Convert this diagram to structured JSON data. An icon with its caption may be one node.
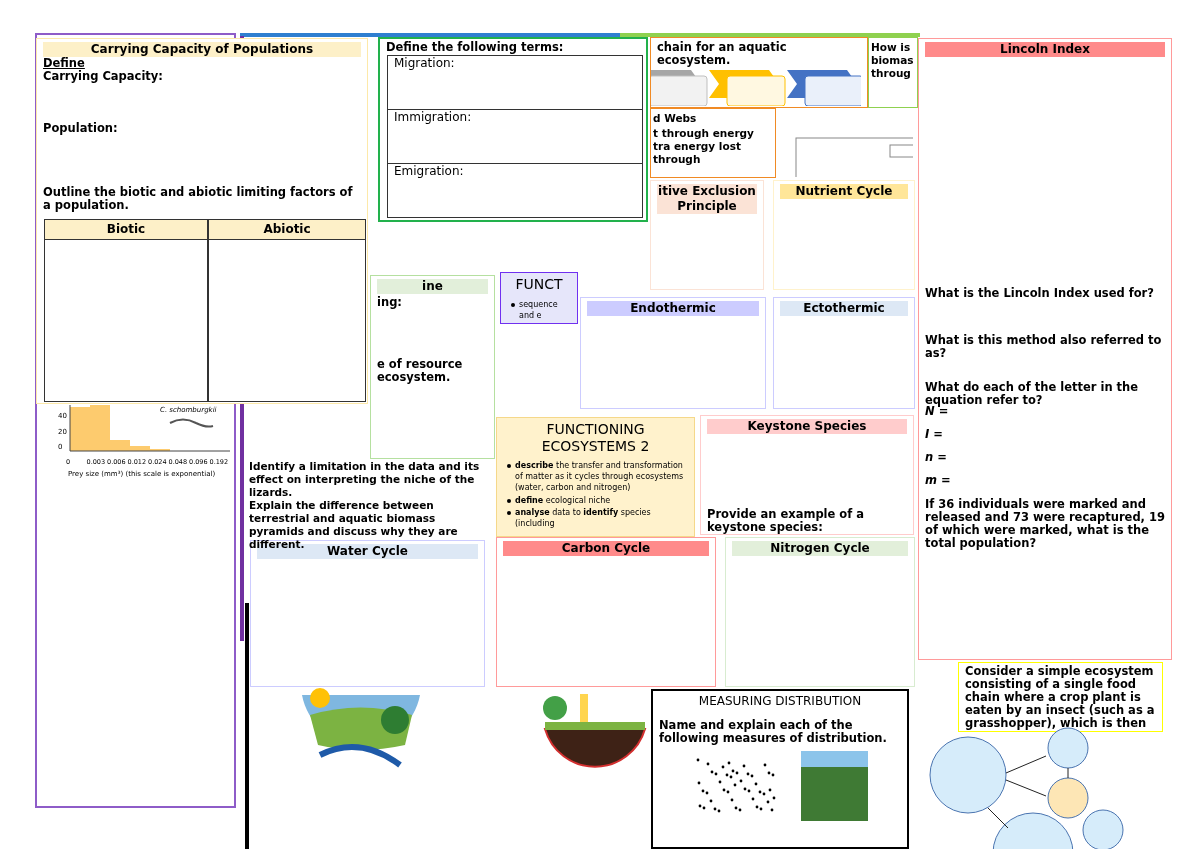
{
  "diagram": {
    "nodes": [
      {
        "text": [
          "Carrying Capacity of Populations",
          "Define",
          "Carrying Capacity:",
          "Population:",
          "Outline the biotic and abiotic limiting factors of a population."
        ]
      },
      {
        "text": [
          "Biotic"
        ],
        "in": 0
      },
      {
        "text": [
          "Abiotic"
        ],
        "in": 0
      },
      {
        "text": [
          "Define the following terms:"
        ]
      },
      {
        "text": [
          "Migration:"
        ],
        "in": 3
      },
      {
        "text": [
          "Immigration:"
        ],
        "in": 3
      },
      {
        "text": [
          "Emigration:"
        ],
        "in": 3
      },
      {
        "text": [
          "chain for an aquatic ecosystem."
        ]
      },
      {
        "text": [
          "How is biomas throug"
        ]
      },
      {
        "text": [
          "Lincoln Index",
          "What is the Lincoln Index used for?",
          "What is this method also referred to as?",
          "What do each of the letter in the equation refer to?",
          "N =",
          "I =",
          "n =",
          "m =",
          "If 36 individuals were marked and released and 73 were recaptured, 19 of which were marked, what is the total population?"
        ]
      },
      {
        "text": [
          "d Webs",
          "t through energy tra energy lost through"
        ]
      },
      {
        "text": [
          "itive Exclusion Principle"
        ]
      },
      {
        "text": [
          "Nutrient Cycle"
        ]
      },
      {
        "text": [
          "FUNCT",
          "sequence and e"
        ]
      },
      {
        "text": [
          "Endothermic"
        ]
      },
      {
        "text": [
          "Ectothermic"
        ]
      },
      {
        "text": [
          "ine",
          "ing:",
          "e of resource ecosystem."
        ]
      },
      {
        "text": [
          "FUNCTIONING ECOSYSTEMS 2",
          "**describe** the transfer and transformation of matter as it cycles through ecosystems (water, carbon and nitrogen)",
          "**define** ecological niche",
          "**analyse** data to **identify** species (including"
        ]
      },
      {
        "text": [
          "Keystone Species",
          "Provide an example of a keystone species:"
        ]
      },
      {
        "text": [
          "Water Cycle"
        ]
      },
      {
        "text": [
          "Carbon Cycle"
        ]
      },
      {
        "text": [
          "Nitrogen Cycle"
        ]
      },
      {
        "text": [
          "MEASURING DISTRIBUTION",
          "Name and explain each of the following measures of distribution."
        ]
      },
      {
        "text": [
          "Consider a simple ecosystem consisting of a single food chain where a crop plant is eaten by an insect (such as a grasshopper), which is then"
        ]
      }
    ],
    "labels": [
      "C. schomburgkii",
      "0",
      "20",
      "40",
      "0",
      "0.003",
      "0.006",
      "0.012",
      "0.024",
      "0.048",
      "0.096",
      "0.192",
      "Prey size (mm³) (this scale is exponential)",
      "Identify a limitation in the data and its effect on interpreting the niche of the lizards.",
      "Explain the difference between terrestrial and aquatic biomass pyramids and discuss why they are different."
    ]
  }
}
